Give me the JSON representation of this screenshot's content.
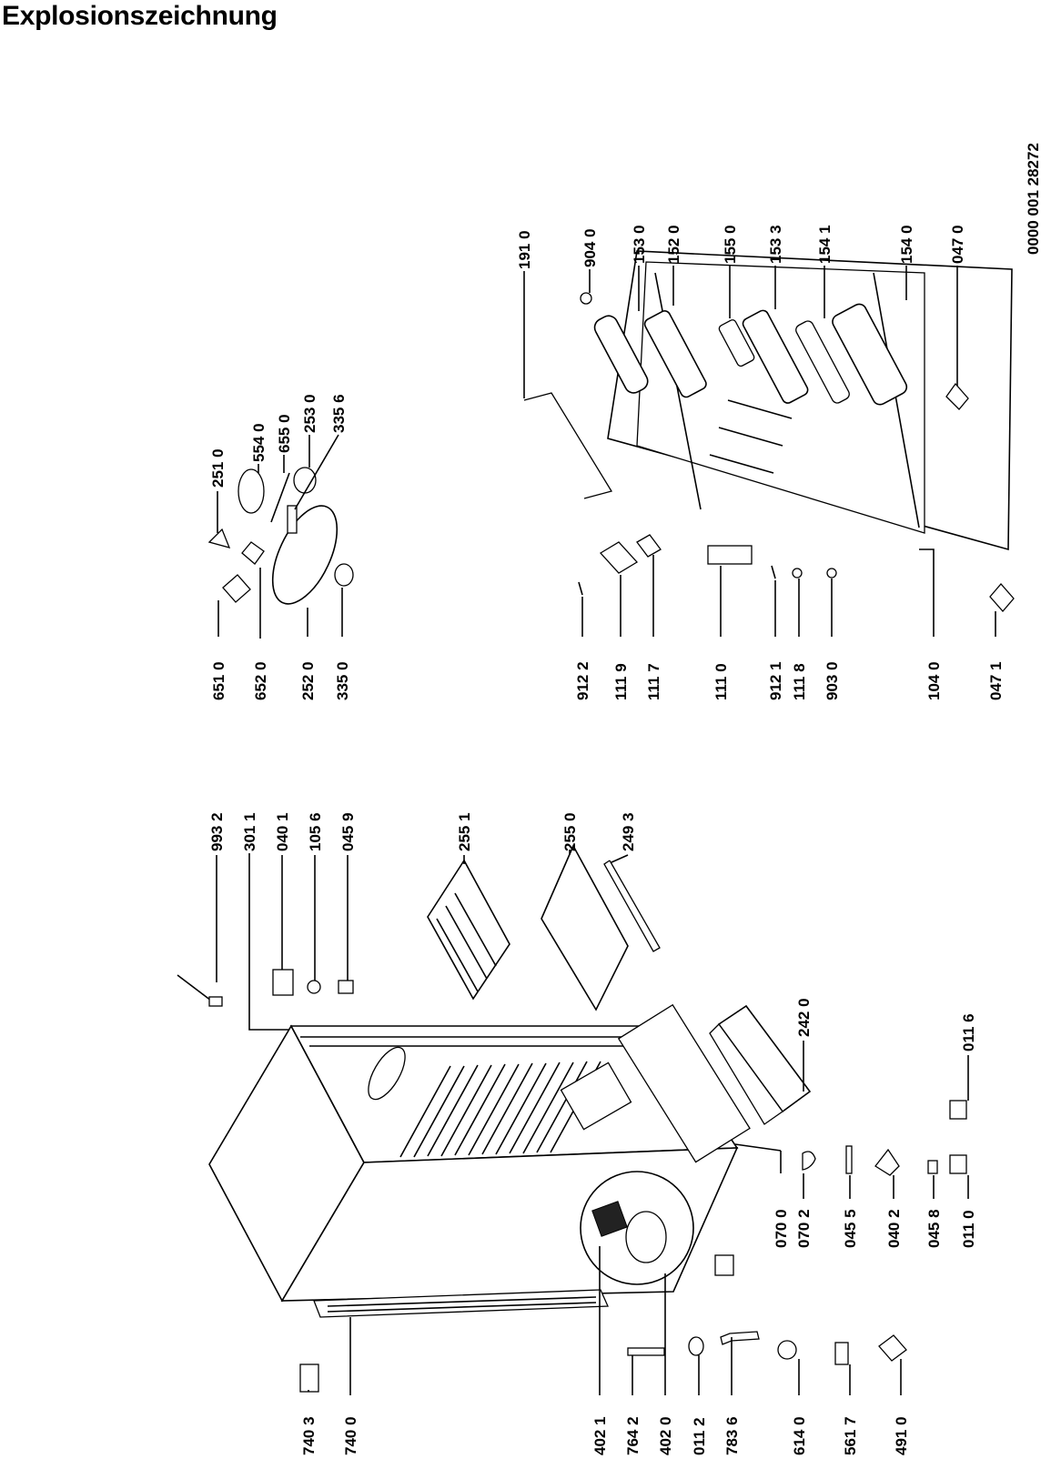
{
  "title": "Explosionszeichnung",
  "document_number": "0000 001 28272",
  "part_labels": {
    "p7403": "740 3",
    "p7400": "740 0",
    "p4021": "402 1",
    "p7642": "764 2",
    "p4020": "402 0",
    "p0112": "011 2",
    "p7836": "783 6",
    "p6140": "614 0",
    "p5617": "561 7",
    "p4910": "491 0",
    "p0700": "070 0",
    "p0702": "070 2",
    "p0455": "045 5",
    "p0402": "040 2",
    "p0458": "045 8",
    "p0110": "011 0",
    "p0116": "011 6",
    "p2420": "242 0",
    "p9932": "993 2",
    "p3011": "301 1",
    "p0401": "040 1",
    "p1056": "105 6",
    "p0459": "045 9",
    "p2551": "255 1",
    "p2550": "255 0",
    "p2493": "249 3",
    "p6510": "651 0",
    "p6520": "652 0",
    "p2520": "252 0",
    "p3350": "335 0",
    "p2510": "251 0",
    "p5540": "554 0",
    "p6550": "655 0",
    "p2530": "253 0",
    "p3356": "335 6",
    "p9122": "912 2",
    "p1119": "111 9",
    "p1117": "111 7",
    "p1110": "111 0",
    "p9121": "912 1",
    "p1118": "111 8",
    "p9030": "903 0",
    "p1040": "104 0",
    "p0471": "047 1",
    "p1910": "191 0",
    "p9040": "904 0",
    "p1530": "153 0",
    "p1520": "152 0",
    "p1550": "155 0",
    "p1533": "153 3",
    "p1541": "154 1",
    "p1540": "154 0",
    "p0470": "047 0"
  }
}
